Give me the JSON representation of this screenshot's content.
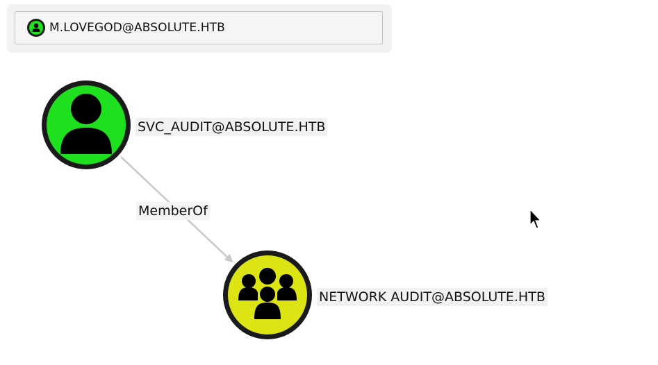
{
  "search": {
    "value": "M.LOVEGOD@ABSOLUTE.HTB",
    "icon": "user-icon"
  },
  "graph": {
    "nodes": [
      {
        "id": "svc_audit",
        "label": "SVC_AUDIT@ABSOLUTE.HTB",
        "type": "user",
        "icon": "user-icon",
        "color": "#1ee01e"
      },
      {
        "id": "network_audit",
        "label": "NETWORK AUDIT@ABSOLUTE.HTB",
        "type": "group",
        "icon": "group-icon",
        "color": "#dce513"
      }
    ],
    "edges": [
      {
        "from": "svc_audit",
        "to": "network_audit",
        "label": "MemberOf"
      }
    ]
  },
  "colors": {
    "user_node": "#1ee01e",
    "group_node": "#dce513",
    "node_border": "#1a1a1a",
    "edge": "#c8c8c8"
  }
}
